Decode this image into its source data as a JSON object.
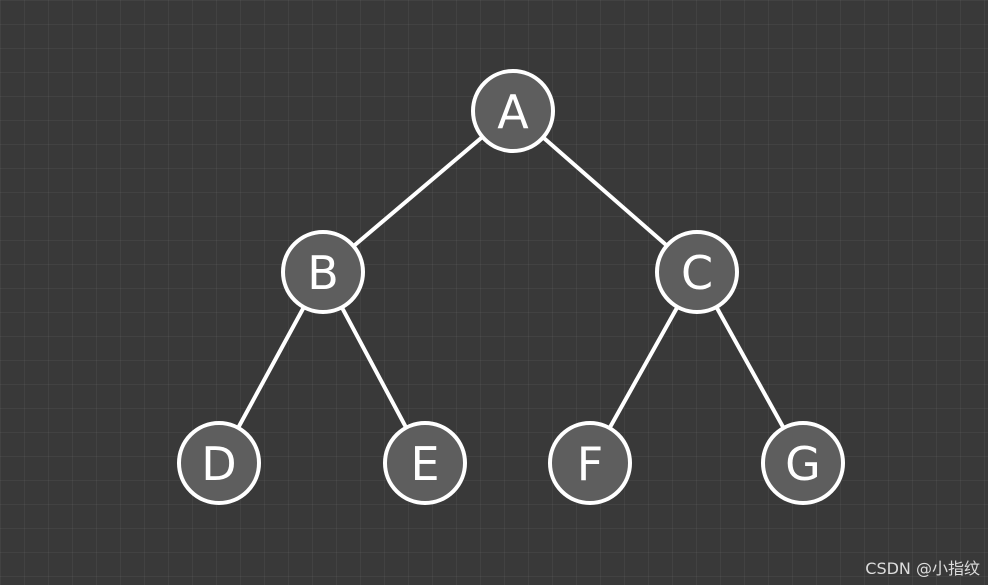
{
  "tree": {
    "nodes": [
      {
        "id": "A",
        "label": "A"
      },
      {
        "id": "B",
        "label": "B"
      },
      {
        "id": "C",
        "label": "C"
      },
      {
        "id": "D",
        "label": "D"
      },
      {
        "id": "E",
        "label": "E"
      },
      {
        "id": "F",
        "label": "F"
      },
      {
        "id": "G",
        "label": "G"
      }
    ],
    "edges": [
      {
        "from": "A",
        "to": "B"
      },
      {
        "from": "A",
        "to": "C"
      },
      {
        "from": "B",
        "to": "D"
      },
      {
        "from": "B",
        "to": "E"
      },
      {
        "from": "C",
        "to": "F"
      },
      {
        "from": "C",
        "to": "G"
      }
    ]
  },
  "colors": {
    "background": "#393939",
    "node_fill": "#5e5e5e",
    "stroke": "#ffffff"
  },
  "watermark": "CSDN @小指纹"
}
